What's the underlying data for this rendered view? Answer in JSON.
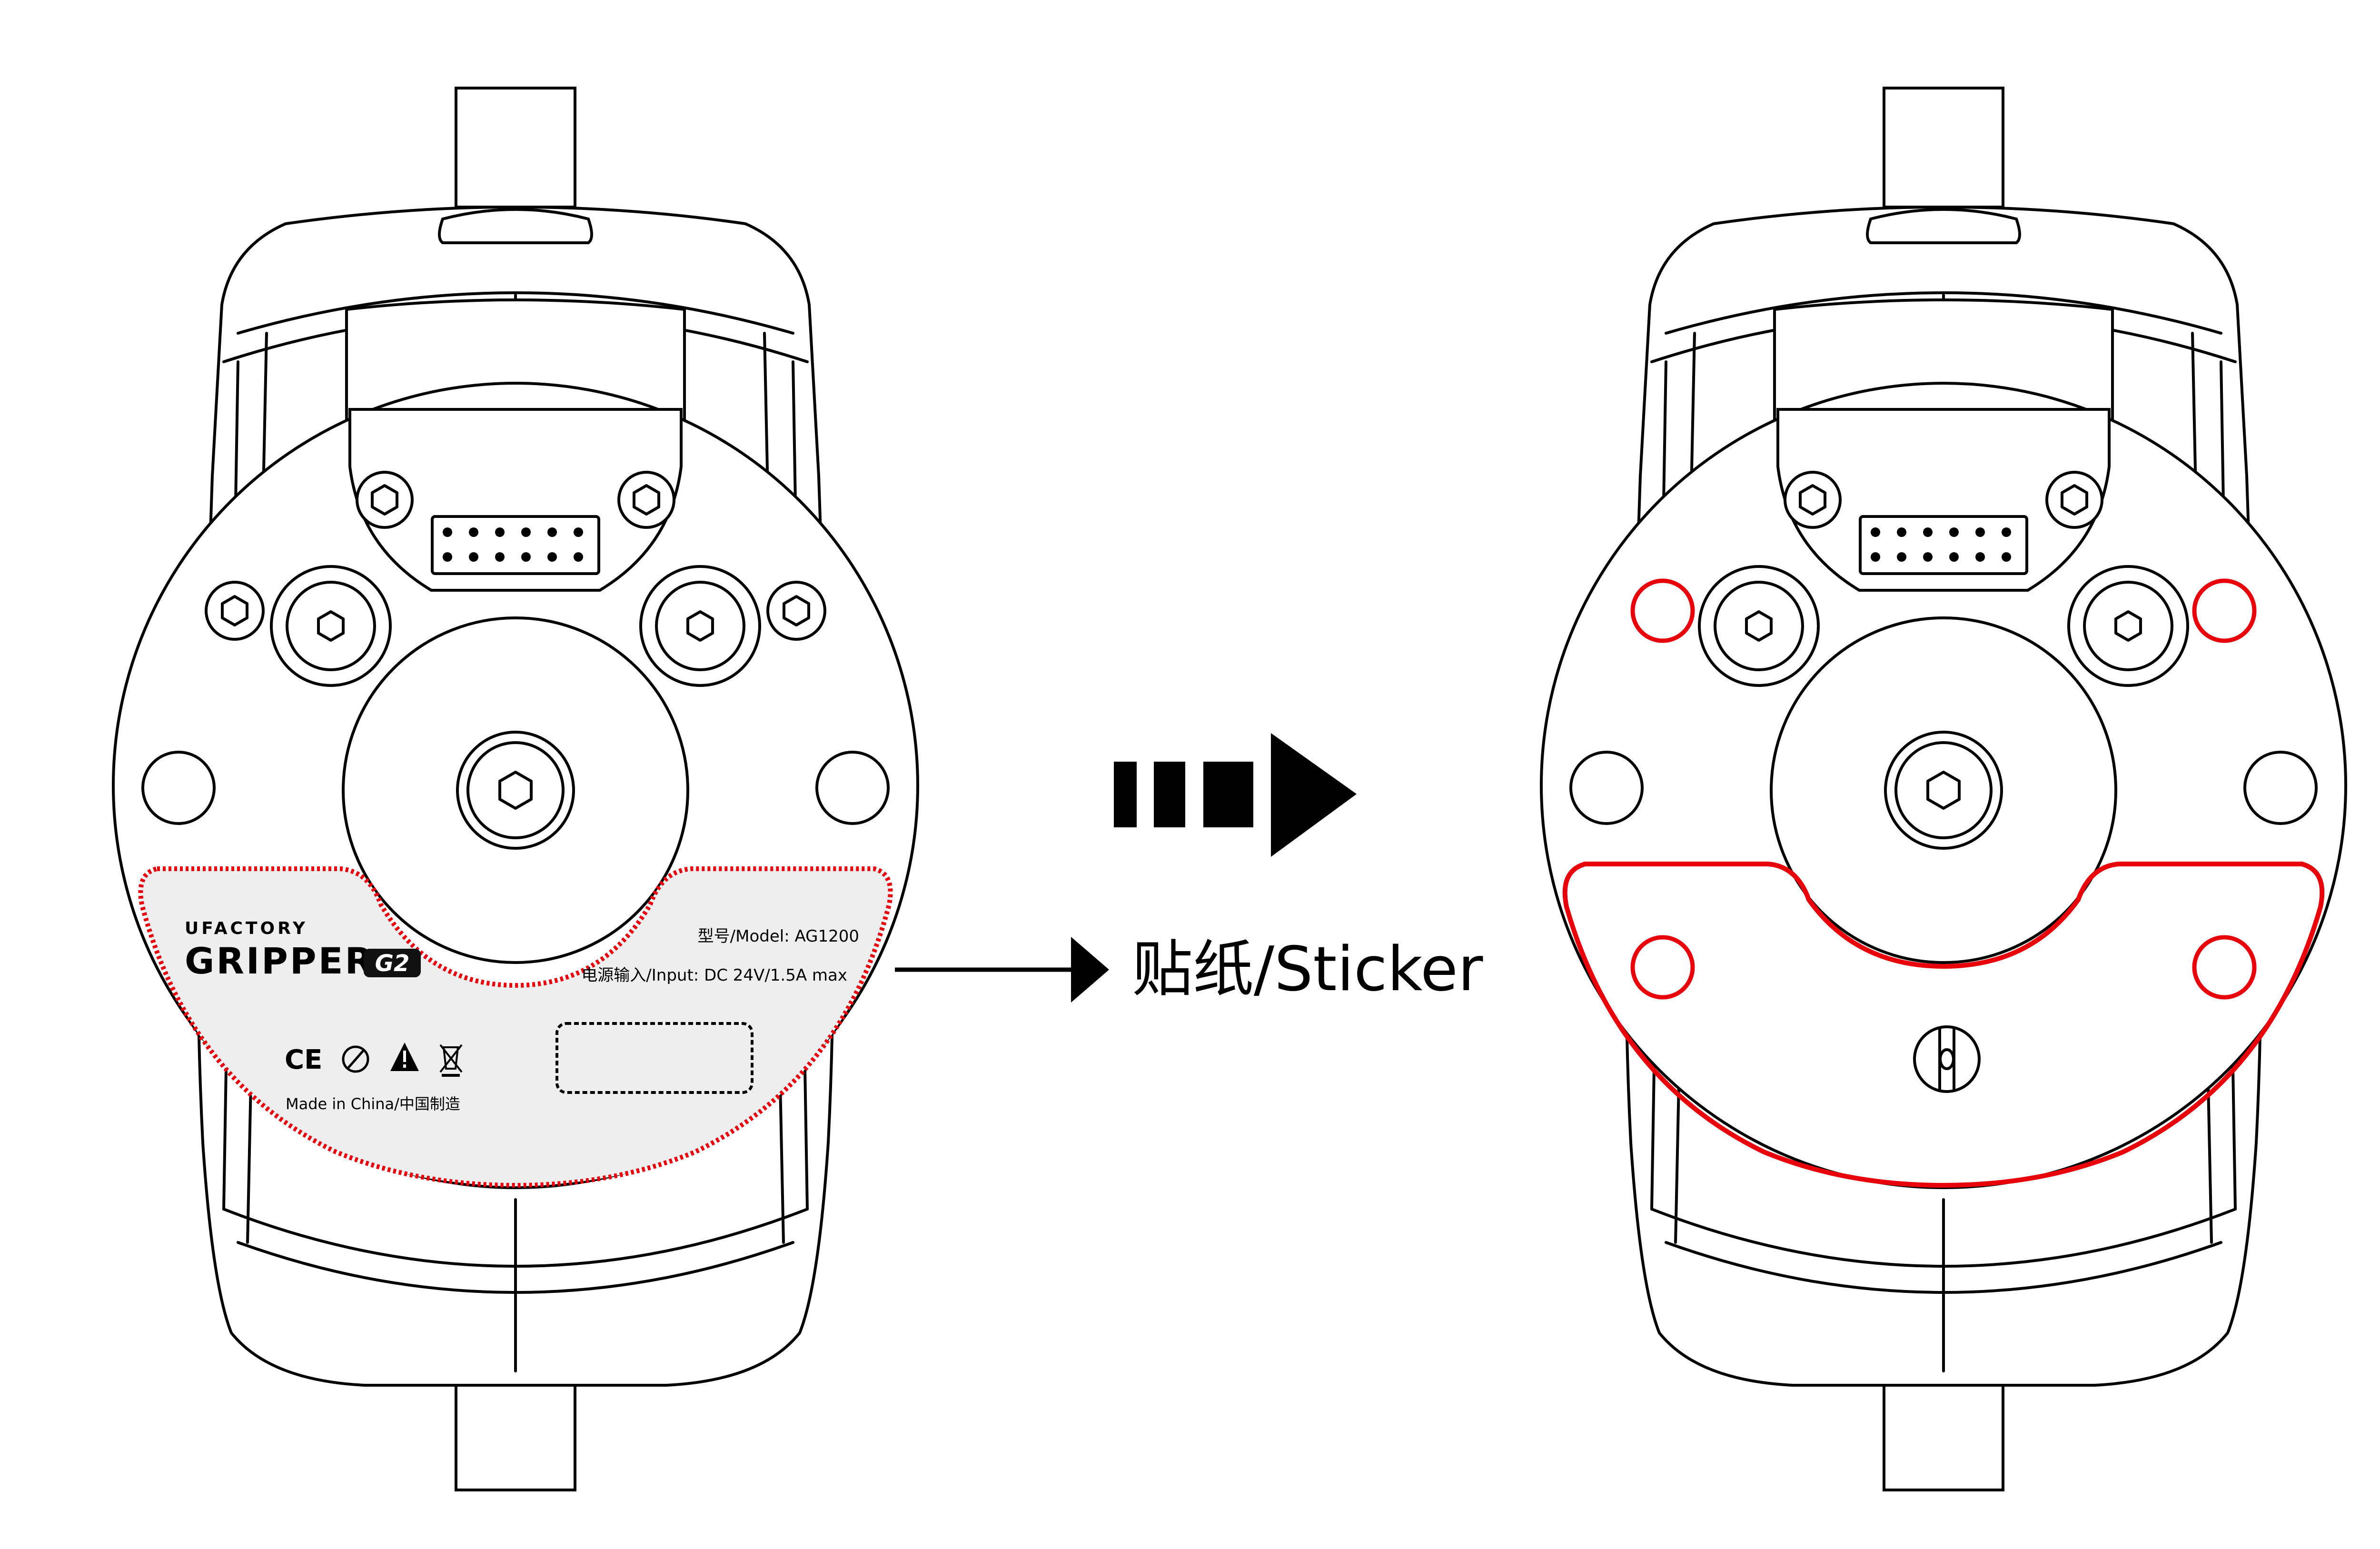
{
  "sticker": {
    "brand": "UFACTORY",
    "product": "GRIPPER",
    "product_badge": "G2",
    "model_line": "型号/Model: AG1200",
    "input_line": "电源输入/Input: DC 24V/1.5A max",
    "origin_line": "Made in China/中国制造",
    "cert_marks": [
      "CE",
      "RoHS",
      "Warning",
      "WEEE"
    ]
  },
  "callout": {
    "label": "贴纸/Sticker"
  },
  "icons": {
    "transition": "dashed-right-arrow-icon",
    "pointer": "right-arrow-icon",
    "hex_screw": "hex-socket-screw-icon"
  },
  "colors": {
    "line": "#000000",
    "highlight": "#e8000b",
    "sticker_fill": "#eeeeee"
  }
}
